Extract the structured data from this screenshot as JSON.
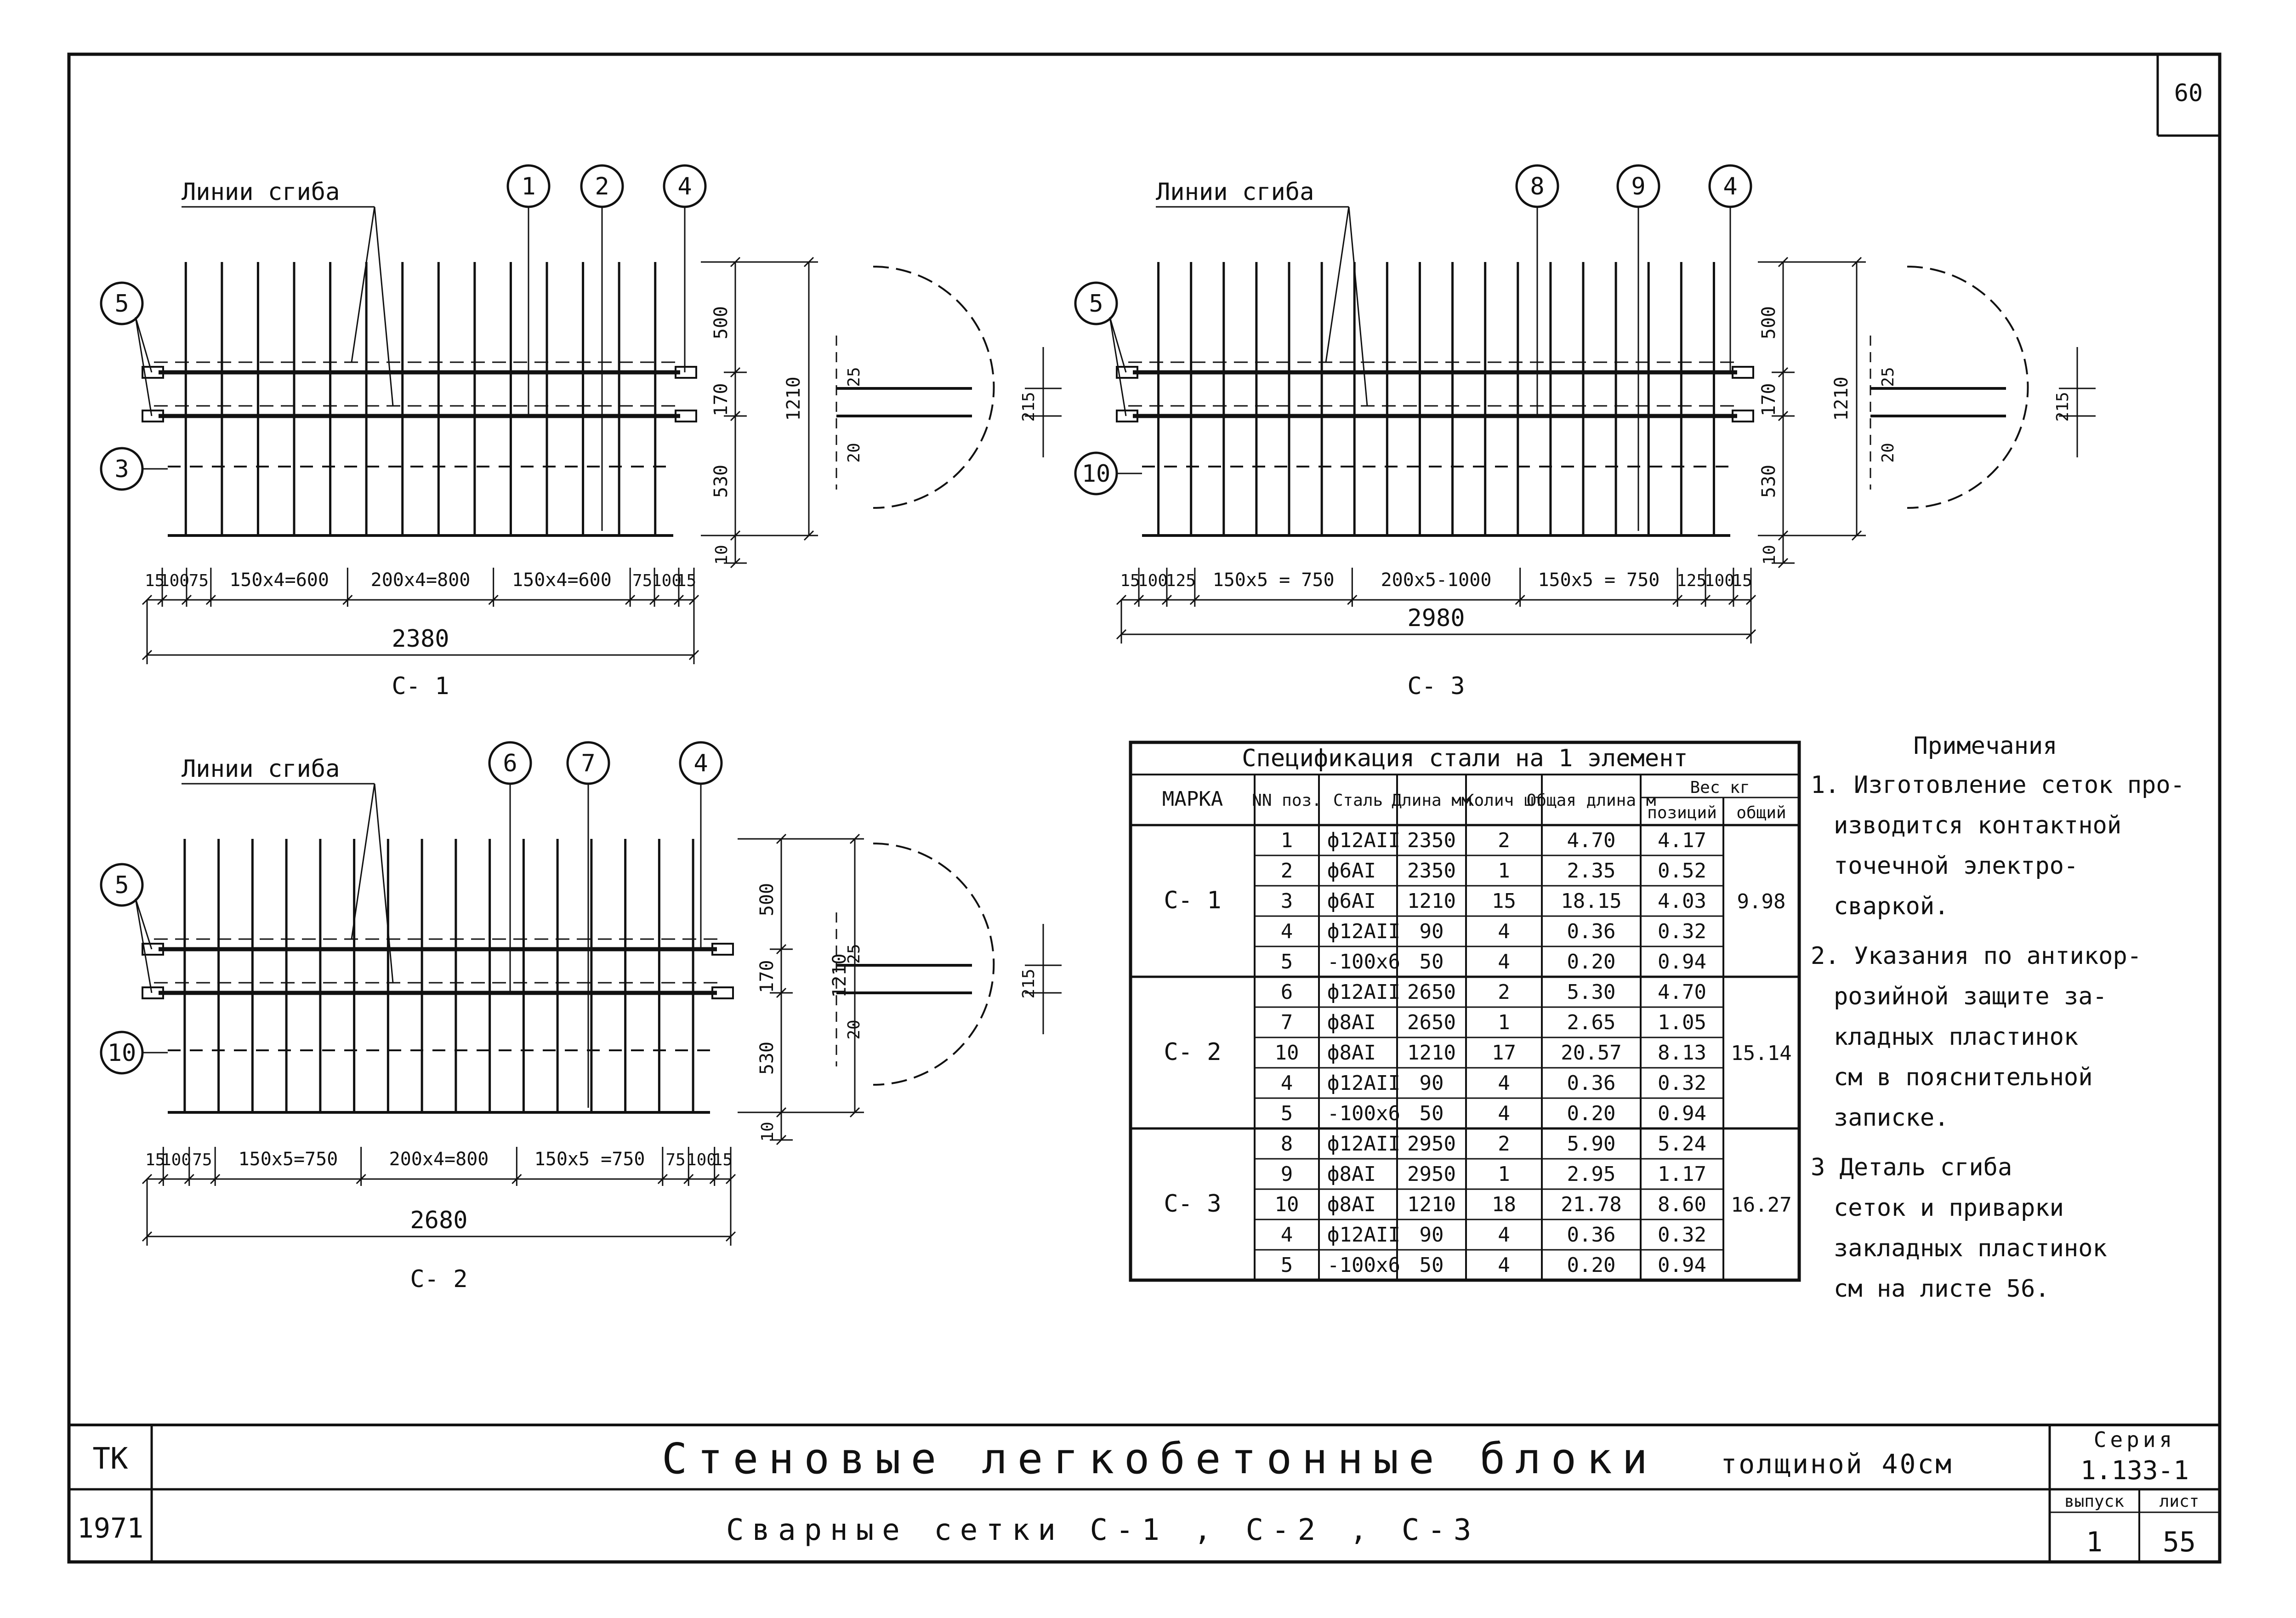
{
  "sheet_number": "60",
  "labels": {
    "bend_lines": "Линии сгиба"
  },
  "meshes": [
    {
      "id": "c1",
      "mark": "С- 1",
      "callouts": [
        "1",
        "2",
        "4"
      ],
      "side_callouts": [
        "5",
        "3"
      ],
      "bottom_dims": [
        "15",
        "100",
        "75",
        "150х4=600",
        "200х4=800",
        "150х4=600",
        "75",
        "100",
        "15"
      ],
      "total": "2380",
      "heights": [
        "500",
        "170",
        "530",
        "10"
      ],
      "overall_height": "1210"
    },
    {
      "id": "c3",
      "mark": "С- 3",
      "callouts": [
        "8",
        "9",
        "4"
      ],
      "side_callouts": [
        "5",
        "10"
      ],
      "bottom_dims": [
        "15",
        "100",
        "125",
        "150х5 = 750",
        "200х5-1000",
        "150х5 = 750",
        "125",
        "100",
        "15"
      ],
      "total": "2980",
      "heights": [
        "500",
        "170",
        "530",
        "10"
      ],
      "overall_height": "1210"
    },
    {
      "id": "c2",
      "mark": "С- 2",
      "callouts": [
        "6",
        "7",
        "4"
      ],
      "side_callouts": [
        "5",
        "10"
      ],
      "bottom_dims": [
        "15",
        "100",
        "75",
        "150х5=750",
        "200х4=800",
        "150х5 =750",
        "75",
        "100",
        "15"
      ],
      "total": "2680",
      "heights": [
        "500",
        "170",
        "530",
        "10"
      ],
      "overall_height": "1210"
    }
  ],
  "bend_detail": {
    "top": "25",
    "bottom": "20",
    "side": "215"
  },
  "spec_table": {
    "title": "Спецификация стали на 1 элемент",
    "headers": {
      "mark": "МАРКА",
      "pos": "NN поз.",
      "steel": "Сталь",
      "length": "Длина мм",
      "qty": "Колич шт",
      "total_length": "Общая длина м",
      "weight": "Вес кг",
      "weight_pos": "позиций",
      "weight_total": "общий"
    },
    "groups": [
      {
        "mark": "С- 1",
        "total": "9.98",
        "rows": [
          [
            "1",
            "ф12АII",
            "2350",
            "2",
            "4.70",
            "4.17"
          ],
          [
            "2",
            "ф6АI",
            "2350",
            "1",
            "2.35",
            "0.52"
          ],
          [
            "3",
            "ф6АI",
            "1210",
            "15",
            "18.15",
            "4.03"
          ],
          [
            "4",
            "ф12АII",
            "90",
            "4",
            "0.36",
            "0.32"
          ],
          [
            "5",
            "-100х6",
            "50",
            "4",
            "0.20",
            "0.94"
          ]
        ]
      },
      {
        "mark": "С- 2",
        "total": "15.14",
        "rows": [
          [
            "6",
            "ф12АII",
            "2650",
            "2",
            "5.30",
            "4.70"
          ],
          [
            "7",
            "ф8АI",
            "2650",
            "1",
            "2.65",
            "1.05"
          ],
          [
            "10",
            "ф8АI",
            "1210",
            "17",
            "20.57",
            "8.13"
          ],
          [
            "4",
            "ф12АII",
            "90",
            "4",
            "0.36",
            "0.32"
          ],
          [
            "5",
            "-100х6",
            "50",
            "4",
            "0.20",
            "0.94"
          ]
        ]
      },
      {
        "mark": "С- 3",
        "total": "16.27",
        "rows": [
          [
            "8",
            "ф12АII",
            "2950",
            "2",
            "5.90",
            "5.24"
          ],
          [
            "9",
            "ф8АI",
            "2950",
            "1",
            "2.95",
            "1.17"
          ],
          [
            "10",
            "ф8АI",
            "1210",
            "18",
            "21.78",
            "8.60"
          ],
          [
            "4",
            "ф12АII",
            "90",
            "4",
            "0.36",
            "0.32"
          ],
          [
            "5",
            "-100х6",
            "50",
            "4",
            "0.20",
            "0.94"
          ]
        ]
      }
    ]
  },
  "notes": {
    "title": "Примечания",
    "items": [
      [
        "1. Изготовление сеток про-",
        "изводится контактной",
        "точечной электро-",
        "сваркой."
      ],
      [
        "2. Указания по антикор-",
        "розийной защите за-",
        "кладных пластинок",
        "см в пояснительной",
        "записке."
      ],
      [
        "3 Деталь сгиба",
        "сеток и приварки",
        "закладных пластинок",
        "см на листе 56."
      ]
    ]
  },
  "title_block": {
    "org": "ТК",
    "year": "1971",
    "title": "Стеновые легкобетонные блоки",
    "title_suffix": "толщиной 40см",
    "subtitle": "Сварные сетки С-1 , С-2 , С-3",
    "series_label": "Серия",
    "series": "1.133-1",
    "issue_label": "выпуск",
    "issue": "1",
    "sheet_label": "лист",
    "sheet": "55"
  }
}
